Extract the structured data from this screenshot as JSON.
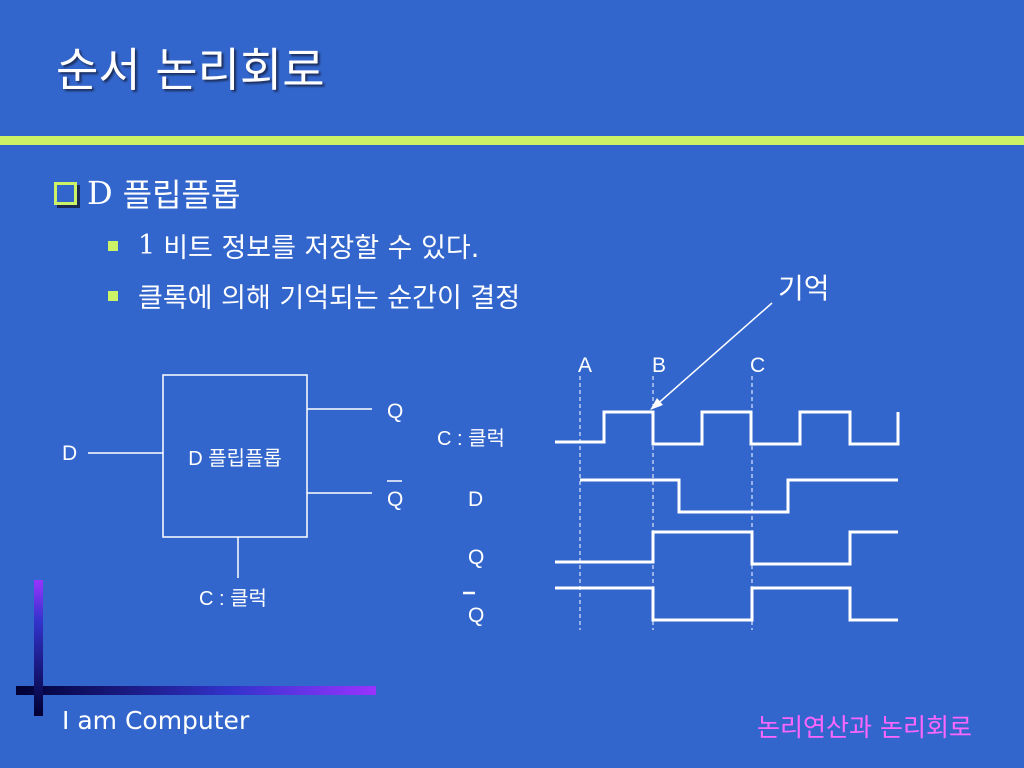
{
  "slide": {
    "title": "순서 논리회로",
    "heading_letter": "D",
    "heading_text": "플립플롭",
    "bullets": [
      {
        "num": "1",
        "text": "비트 정보를 저장할 수 있다."
      },
      {
        "text": "클록에 의해 기억되는 순간이 결정"
      }
    ],
    "footer_left": "I am Computer",
    "footer_right": "논리연산과 논리회로"
  },
  "block": {
    "label": "D 플립플롭",
    "input_d": "D",
    "output_q": "Q",
    "output_qbar": "Q",
    "clock": "C : 클럭"
  },
  "timing": {
    "markers": [
      "A",
      "B",
      "C"
    ],
    "annotation": "기억",
    "signal_labels": [
      "C : 클럭",
      "D",
      "Q",
      "Q"
    ]
  },
  "colors": {
    "background": "#3366cc",
    "accent": "#ccf266",
    "footer_right": "#ff66ff"
  }
}
